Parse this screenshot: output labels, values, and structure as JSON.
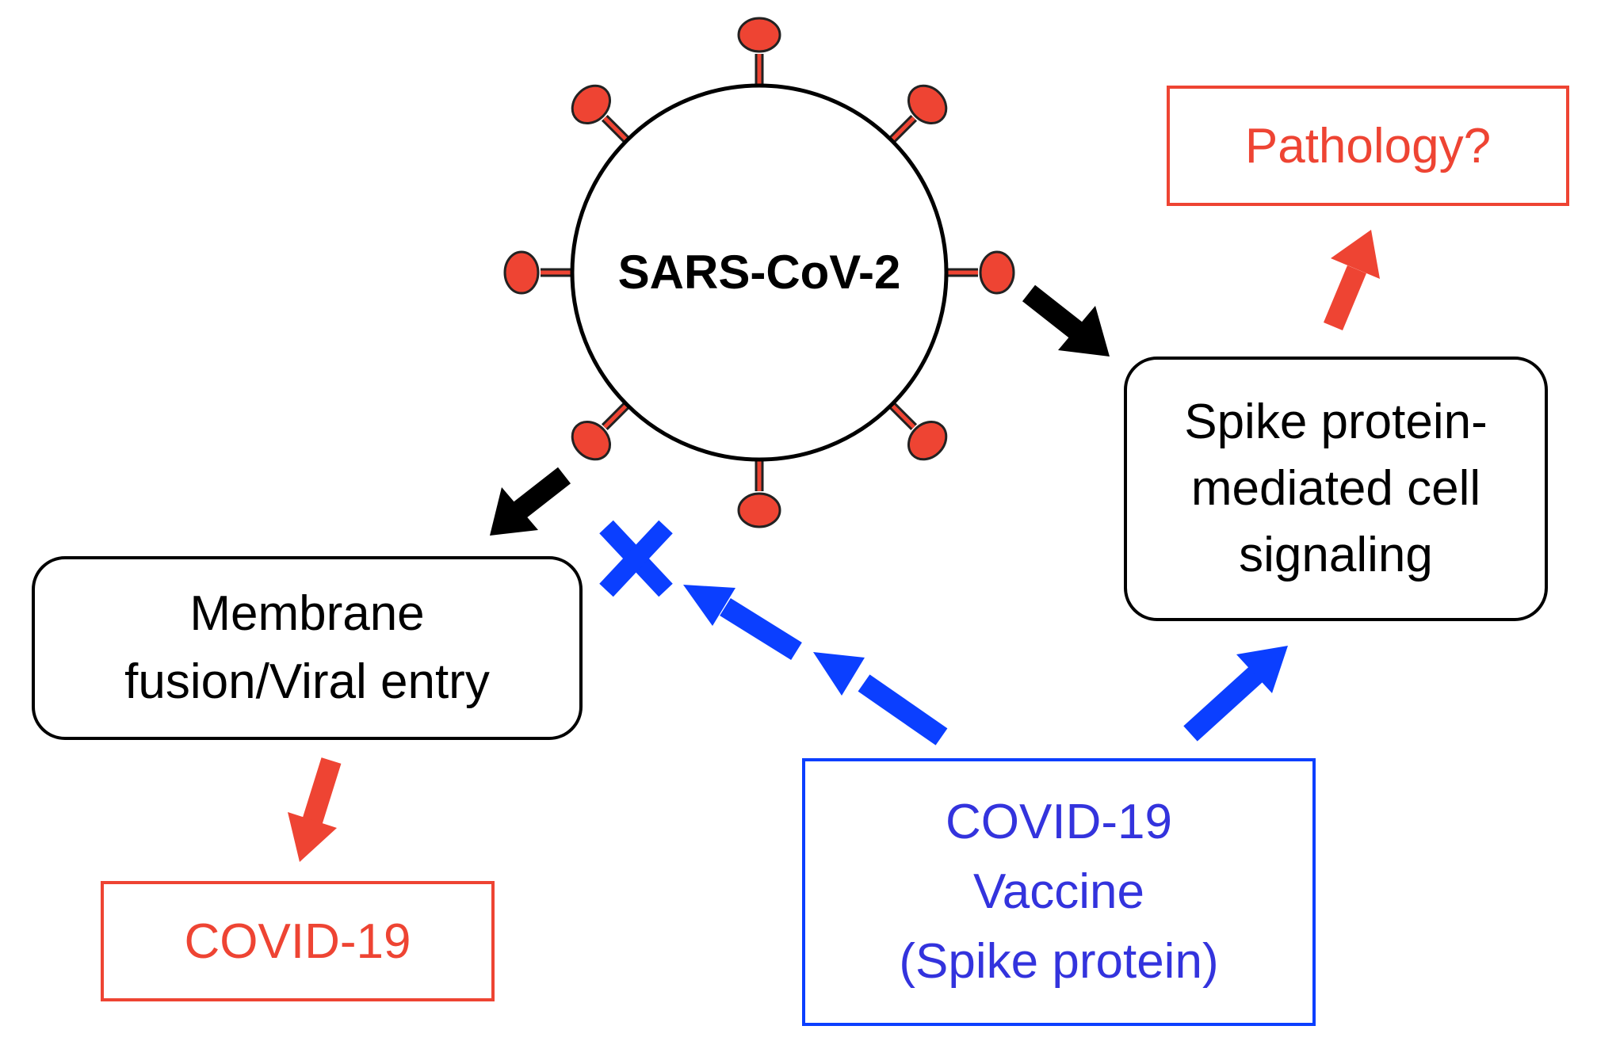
{
  "virus": {
    "label": "SARS-CoV-2"
  },
  "nodes": {
    "pathology": {
      "label": "Pathology?"
    },
    "spike_signaling": {
      "lines": [
        "Spike protein-",
        "mediated cell",
        "signaling"
      ]
    },
    "membrane_fusion": {
      "lines": [
        "Membrane",
        "fusion/Viral entry"
      ]
    },
    "covid19": {
      "label": "COVID-19"
    },
    "vaccine": {
      "lines": [
        "COVID-19",
        "Vaccine",
        "(Spike protein)"
      ]
    }
  },
  "edges": [
    {
      "from": "virus",
      "to": "spike_signaling",
      "color": "#000000"
    },
    {
      "from": "virus",
      "to": "membrane_fusion",
      "color": "#000000"
    },
    {
      "from": "spike_signaling",
      "to": "pathology",
      "color": "#ee4433"
    },
    {
      "from": "membrane_fusion",
      "to": "covid19",
      "color": "#ee4433"
    },
    {
      "from": "vaccine",
      "to": "spike_signaling",
      "color": "#0b3fff"
    },
    {
      "from": "vaccine",
      "to": "membrane_fusion",
      "color": "#0b3fff",
      "blocked": true
    }
  ],
  "colors": {
    "black": "#000000",
    "red": "#ee4433",
    "blue": "#0b3fff",
    "blue_text": "#3333dd"
  },
  "icons": {
    "blocked_marker": "cross-icon",
    "spike": "spike-protein-icon"
  }
}
